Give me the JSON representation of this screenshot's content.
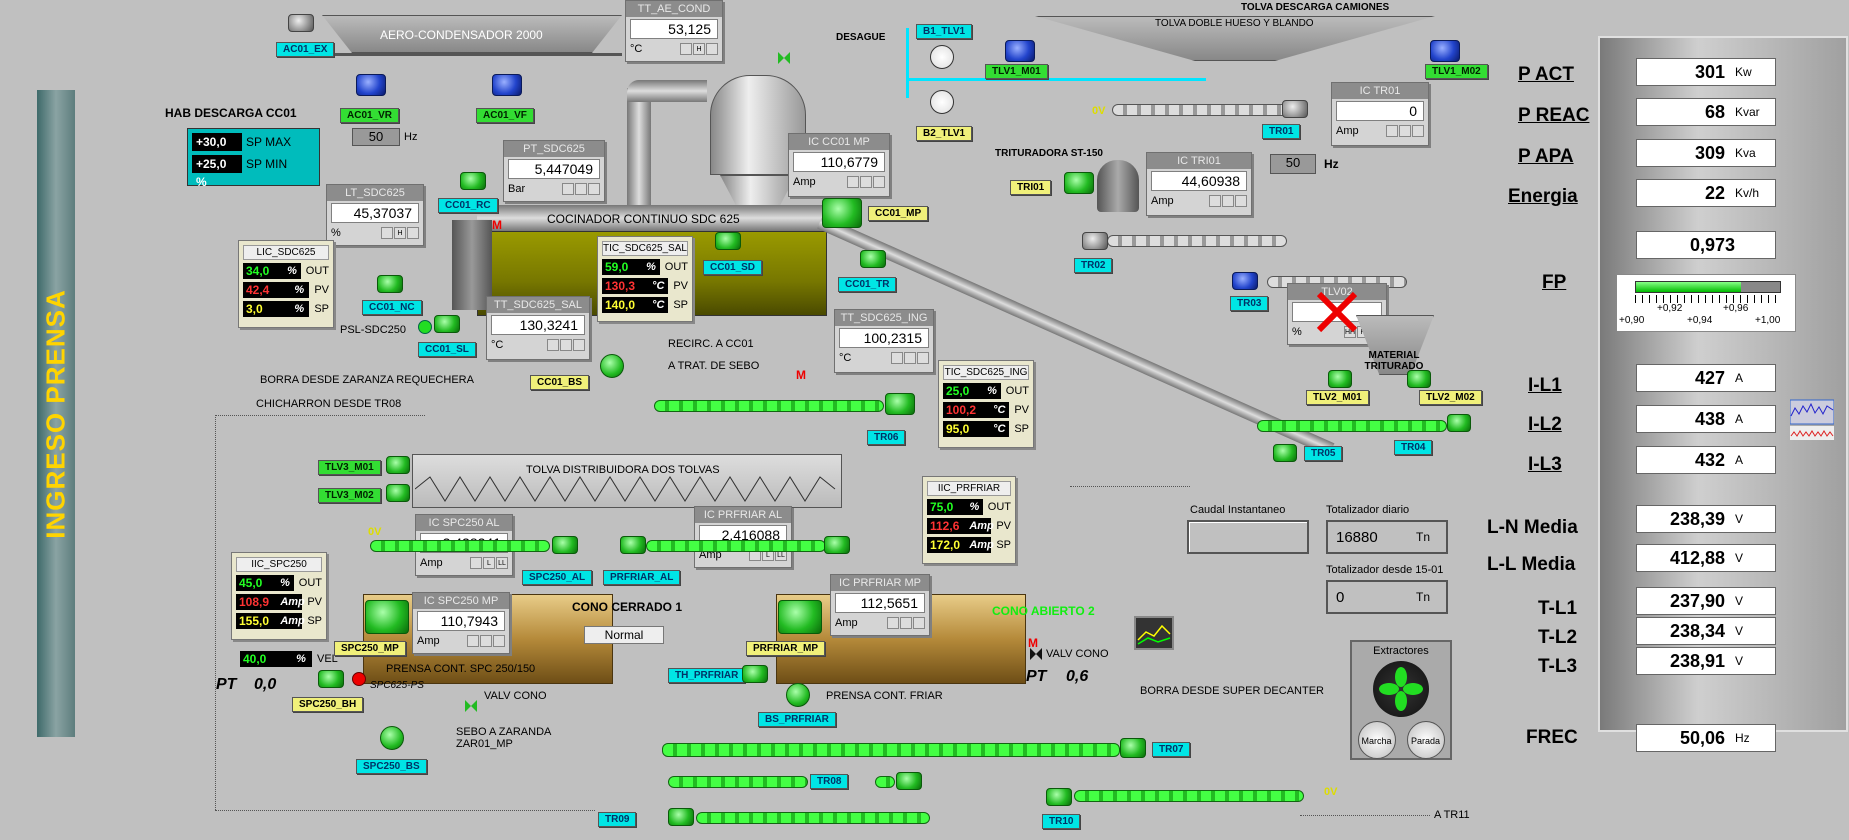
{
  "side_title": "INGRESO PRENSA",
  "aero": {
    "title": "AERO-CONDENSADOR 2000",
    "tag_ex": "AC01_EX",
    "tag_vr": "AC01_VR",
    "tag_vf": "AC01_VF",
    "hz_value": "50",
    "hz_unit": "Hz"
  },
  "tt_ae_cond": {
    "title": "TT_AE_COND",
    "value": "53,125",
    "unit": "°C"
  },
  "hab_descarga": {
    "title": "HAB DESCARGA CC01",
    "sp_max_val": "+30,0",
    "sp_max_unit": "%",
    "sp_max_label": "SP MAX",
    "sp_min_val": "+25,0",
    "sp_min_unit": "%",
    "sp_min_label": "SP MIN"
  },
  "desague": "DESAGUE",
  "b1": "B1_TLV1",
  "b2": "B2_TLV1",
  "tolva_descarga": "TOLVA DESCARGA CAMIONES",
  "tolva_doble": "TOLVA DOBLE HUESO Y BLANDO",
  "tlv1_m01": "TLV1_M01",
  "tlv1_m02": "TLV1_M02",
  "ov1": "0V",
  "tr01": "TR01",
  "ic_tr01": {
    "title": "IC TR01",
    "value": "0",
    "unit": "Amp"
  },
  "trituradora": "TRITURADORA ST-150",
  "tri01": "TRI01",
  "ic_tri01": {
    "title": "IC TRI01",
    "value": "44,60938",
    "unit": "Amp"
  },
  "tri_hz": {
    "value": "50",
    "unit": "Hz"
  },
  "tr02": "TR02",
  "tr03": "TR03",
  "tlv02": {
    "title": "TLV02",
    "unit": "%"
  },
  "material_triturado": "MATERIAL TRITURADO",
  "tlv2_m01": "TLV2_M01",
  "tlv2_m02": "TLV2_M02",
  "tr05": "TR05",
  "tr04": "TR04",
  "pt_sdc625": {
    "title": "PT_SDC625",
    "value": "5,447049",
    "unit": "Bar"
  },
  "ic_cc01_mp": {
    "title": "IC CC01 MP",
    "value": "110,6779",
    "unit": "Amp"
  },
  "lt_sdc625": {
    "title": "LT_SDC625",
    "value": "45,37037",
    "unit": "%"
  },
  "cc01_rc": "CC01_RC",
  "cocinador": "COCINADOR CONTINUO SDC 625",
  "cc01_mp": "CC01_MP",
  "cc01_sd": "CC01_SD",
  "cc01_tr": "CC01_TR",
  "lic_sdc625": {
    "title": "LIC_SDC625",
    "out": "34,0",
    "out_u": "%",
    "pv": "42,4",
    "pv_u": "%",
    "sp": "3,0",
    "sp_u": "%",
    "l_out": "OUT",
    "l_pv": "PV",
    "l_sp": "SP"
  },
  "tic_sdc625_sal": {
    "title": "TIC_SDC625_SAL",
    "out": "59,0",
    "out_u": "%",
    "pv": "130,3",
    "pv_u": "°C",
    "sp": "140,0",
    "sp_u": "°C",
    "l_out": "OUT",
    "l_pv": "PV",
    "l_sp": "SP"
  },
  "cc01_nc": "CC01_NC",
  "psl": "PSL-SDC250",
  "cc01_sl": "CC01_SL",
  "tt_sdc625_sal": {
    "title": "TT_SDC625_SAL",
    "value": "130,3241",
    "unit": "°C"
  },
  "tt_sdc625_ing": {
    "title": "TT_SDC625_ING",
    "value": "100,2315",
    "unit": "°C"
  },
  "tic_sdc625_ing": {
    "title": "TIC_SDC625_ING",
    "out": "25,0",
    "out_u": "%",
    "pv": "100,2",
    "pv_u": "°C",
    "sp": "95,0",
    "sp_u": "°C",
    "l_out": "OUT",
    "l_pv": "PV",
    "l_sp": "SP"
  },
  "recirc": "RECIRC. A CC01",
  "atrat": "A TRAT. DE SEBO",
  "cc01_bs": "CC01_BS",
  "m_label": "M",
  "borra_zaranda": "BORRA DESDE ZARANZA REQUECHERA",
  "chicharron": "CHICHARRON DESDE TR08",
  "tr06": "TR06",
  "tolva_dist": "TOLVA DISTRIBUIDORA DOS TOLVAS",
  "tlv3_m01": "TLV3_M01",
  "tlv3_m02": "TLV3_M02",
  "ic_spc250_al": {
    "title": "IC SPC250 AL",
    "value": "2,428241",
    "unit": "Amp"
  },
  "ic_prfriar_al": {
    "title": "IC PRFRIAR AL",
    "value": "2,416088",
    "unit": "Amp"
  },
  "ov2": "0V",
  "spc250_al": "SPC250_AL",
  "prfriar_al": "PRFRIAR_AL",
  "iic_prfriar": {
    "title": "IIC_PRFRIAR",
    "out": "75,0",
    "out_u": "%",
    "pv": "112,6",
    "pv_u": "Amp",
    "sp": "172,0",
    "sp_u": "Amp",
    "l_out": "OUT",
    "l_pv": "PV",
    "l_sp": "SP"
  },
  "iic_spc250": {
    "title": "IIC_SPC250",
    "out": "45,0",
    "out_u": "%",
    "pv": "108,9",
    "pv_u": "Amp",
    "sp": "155,0",
    "sp_u": "Amp",
    "l_out": "OUT",
    "l_pv": "PV",
    "l_sp": "SP"
  },
  "vel": {
    "value": "40,0",
    "unit": "%",
    "label": "VEL"
  },
  "ic_spc250_mp": {
    "title": "IC SPC250 MP",
    "value": "110,7943",
    "unit": "Amp"
  },
  "ic_prfriar_mp": {
    "title": "IC PRFRIAR MP",
    "value": "112,5651",
    "unit": "Amp"
  },
  "cono_cerrado": "CONO CERRADO 1",
  "cono_abierto": "CONO ABIERTO 2",
  "normal": "Normal",
  "spc250_mp": "SPC250_MP",
  "prfriar_mp": "PRFRIAR_MP",
  "prensa_spc": "PRENSA CONT. SPC 250/150",
  "prensa_friar": "PRENSA CONT. FRIAR",
  "th_prfriar": "TH_PRFRIAR",
  "bs_prfriar": "BS_PRFRIAR",
  "pt1": {
    "label": "PT",
    "value": "0,0"
  },
  "pt2": {
    "label": "PT",
    "value": "0,6"
  },
  "spc625_ps": "SPC625-PS",
  "spc250_bh": "SPC250_BH",
  "valv_cono1": "VALV CONO",
  "valv_cono2": "VALV CONO",
  "sebo_zaranda": "SEBO A ZARANDA ZAR01_MP",
  "spc250_bs": "SPC250_BS",
  "borra_super": "BORRA DESDE SUPER DECANTER",
  "tr07": "TR07",
  "tr08": "TR08",
  "tr09": "TR09",
  "tr10": "TR10",
  "ov3": "0V",
  "atr11": "A TR11",
  "caudal": {
    "title": "Caudal Instantaneo",
    "value": ""
  },
  "tot_diario": {
    "title": "Totalizador diario",
    "value": "16880",
    "unit": "Tn"
  },
  "tot_desde": {
    "title": "Totalizador desde 15-01",
    "value": "0",
    "unit": "Tn"
  },
  "extractores": {
    "title": "Extractores",
    "marcha": "Marcha",
    "parada": "Parada"
  },
  "metrics": {
    "p_act": {
      "label": "P ACT",
      "value": "301",
      "unit": "Kw"
    },
    "p_reac": {
      "label": "P REAC",
      "value": "68",
      "unit": "Kvar"
    },
    "p_apa": {
      "label": "P APA",
      "value": "309",
      "unit": "Kva"
    },
    "energia": {
      "label": "Energia",
      "value": "22",
      "unit": "Kv/h"
    },
    "fp": {
      "label": "FP",
      "value": "0,973",
      "ticks": [
        "+0,90",
        "+0,92",
        "+0,94",
        "+0,96",
        "+1,00"
      ],
      "fill": 0.73
    },
    "il1": {
      "label": "I-L1",
      "value": "427",
      "unit": "A"
    },
    "il2": {
      "label": "I-L2",
      "value": "438",
      "unit": "A"
    },
    "il3": {
      "label": "I-L3",
      "value": "432",
      "unit": "A"
    },
    "ln": {
      "label": "L-N Media",
      "value": "238,39",
      "unit": "V"
    },
    "ll": {
      "label": "L-L Media",
      "value": "412,88",
      "unit": "V"
    },
    "tl1": {
      "label": "T-L1",
      "value": "237,90",
      "unit": "V"
    },
    "tl2": {
      "label": "T-L2",
      "value": "238,34",
      "unit": "V"
    },
    "tl3": {
      "label": "T-L3",
      "value": "238,91",
      "unit": "V"
    },
    "frec": {
      "label": "FREC",
      "value": "50,06",
      "unit": "Hz"
    }
  }
}
